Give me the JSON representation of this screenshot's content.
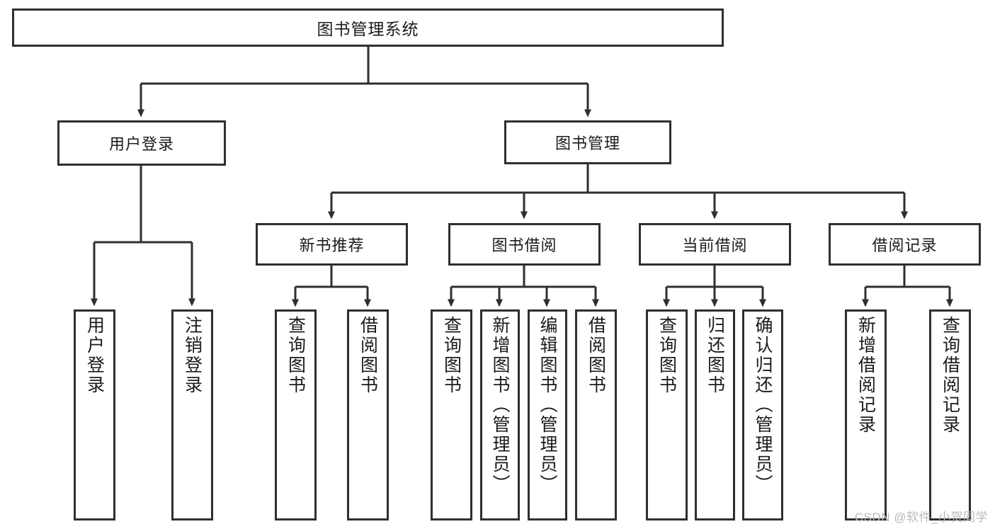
{
  "diagram": {
    "title": "图书管理系统",
    "type": "tree",
    "root": {
      "label": "图书管理系统"
    },
    "level1": [
      {
        "id": "user-login",
        "label": "用户登录"
      },
      {
        "id": "book-manage",
        "label": "图书管理"
      }
    ],
    "level2": [
      {
        "id": "new-book-recommend",
        "label": "新书推荐",
        "parent": "book-manage"
      },
      {
        "id": "book-borrow",
        "label": "图书借阅",
        "parent": "book-manage"
      },
      {
        "id": "current-borrow",
        "label": "当前借阅",
        "parent": "book-manage"
      },
      {
        "id": "borrow-record",
        "label": "借阅记录",
        "parent": "book-manage"
      }
    ],
    "leaves": [
      {
        "id": "leaf-user-login",
        "label": "用户登录",
        "parent": "user-login"
      },
      {
        "id": "leaf-user-logout",
        "label": "注销登录",
        "parent": "user-login"
      },
      {
        "id": "leaf-query-book-1",
        "label": "查询图书",
        "parent": "new-book-recommend"
      },
      {
        "id": "leaf-borrow-book-1",
        "label": "借阅图书",
        "parent": "new-book-recommend"
      },
      {
        "id": "leaf-query-book-2",
        "label": "查询图书",
        "parent": "book-borrow"
      },
      {
        "id": "leaf-add-book",
        "label": "新增图书（管理员）",
        "parent": "book-borrow"
      },
      {
        "id": "leaf-edit-book",
        "label": "编辑图书（管理员）",
        "parent": "book-borrow"
      },
      {
        "id": "leaf-borrow-book-2",
        "label": "借阅图书",
        "parent": "book-borrow"
      },
      {
        "id": "leaf-query-book-3",
        "label": "查询图书",
        "parent": "current-borrow"
      },
      {
        "id": "leaf-return-book",
        "label": "归还图书",
        "parent": "current-borrow"
      },
      {
        "id": "leaf-confirm-return",
        "label": "确认归还（管理员）",
        "parent": "current-borrow"
      },
      {
        "id": "leaf-add-record",
        "label": "新增借阅记录",
        "parent": "borrow-record"
      },
      {
        "id": "leaf-query-record",
        "label": "查询借阅记录",
        "parent": "borrow-record"
      }
    ],
    "colors": {
      "stroke": "#2f2f2f",
      "background": "#ffffff",
      "text": "#1b1b1b",
      "watermark": "#b9b9b9"
    }
  },
  "watermark": {
    "text": "CSDN @软件_小贺同学"
  }
}
